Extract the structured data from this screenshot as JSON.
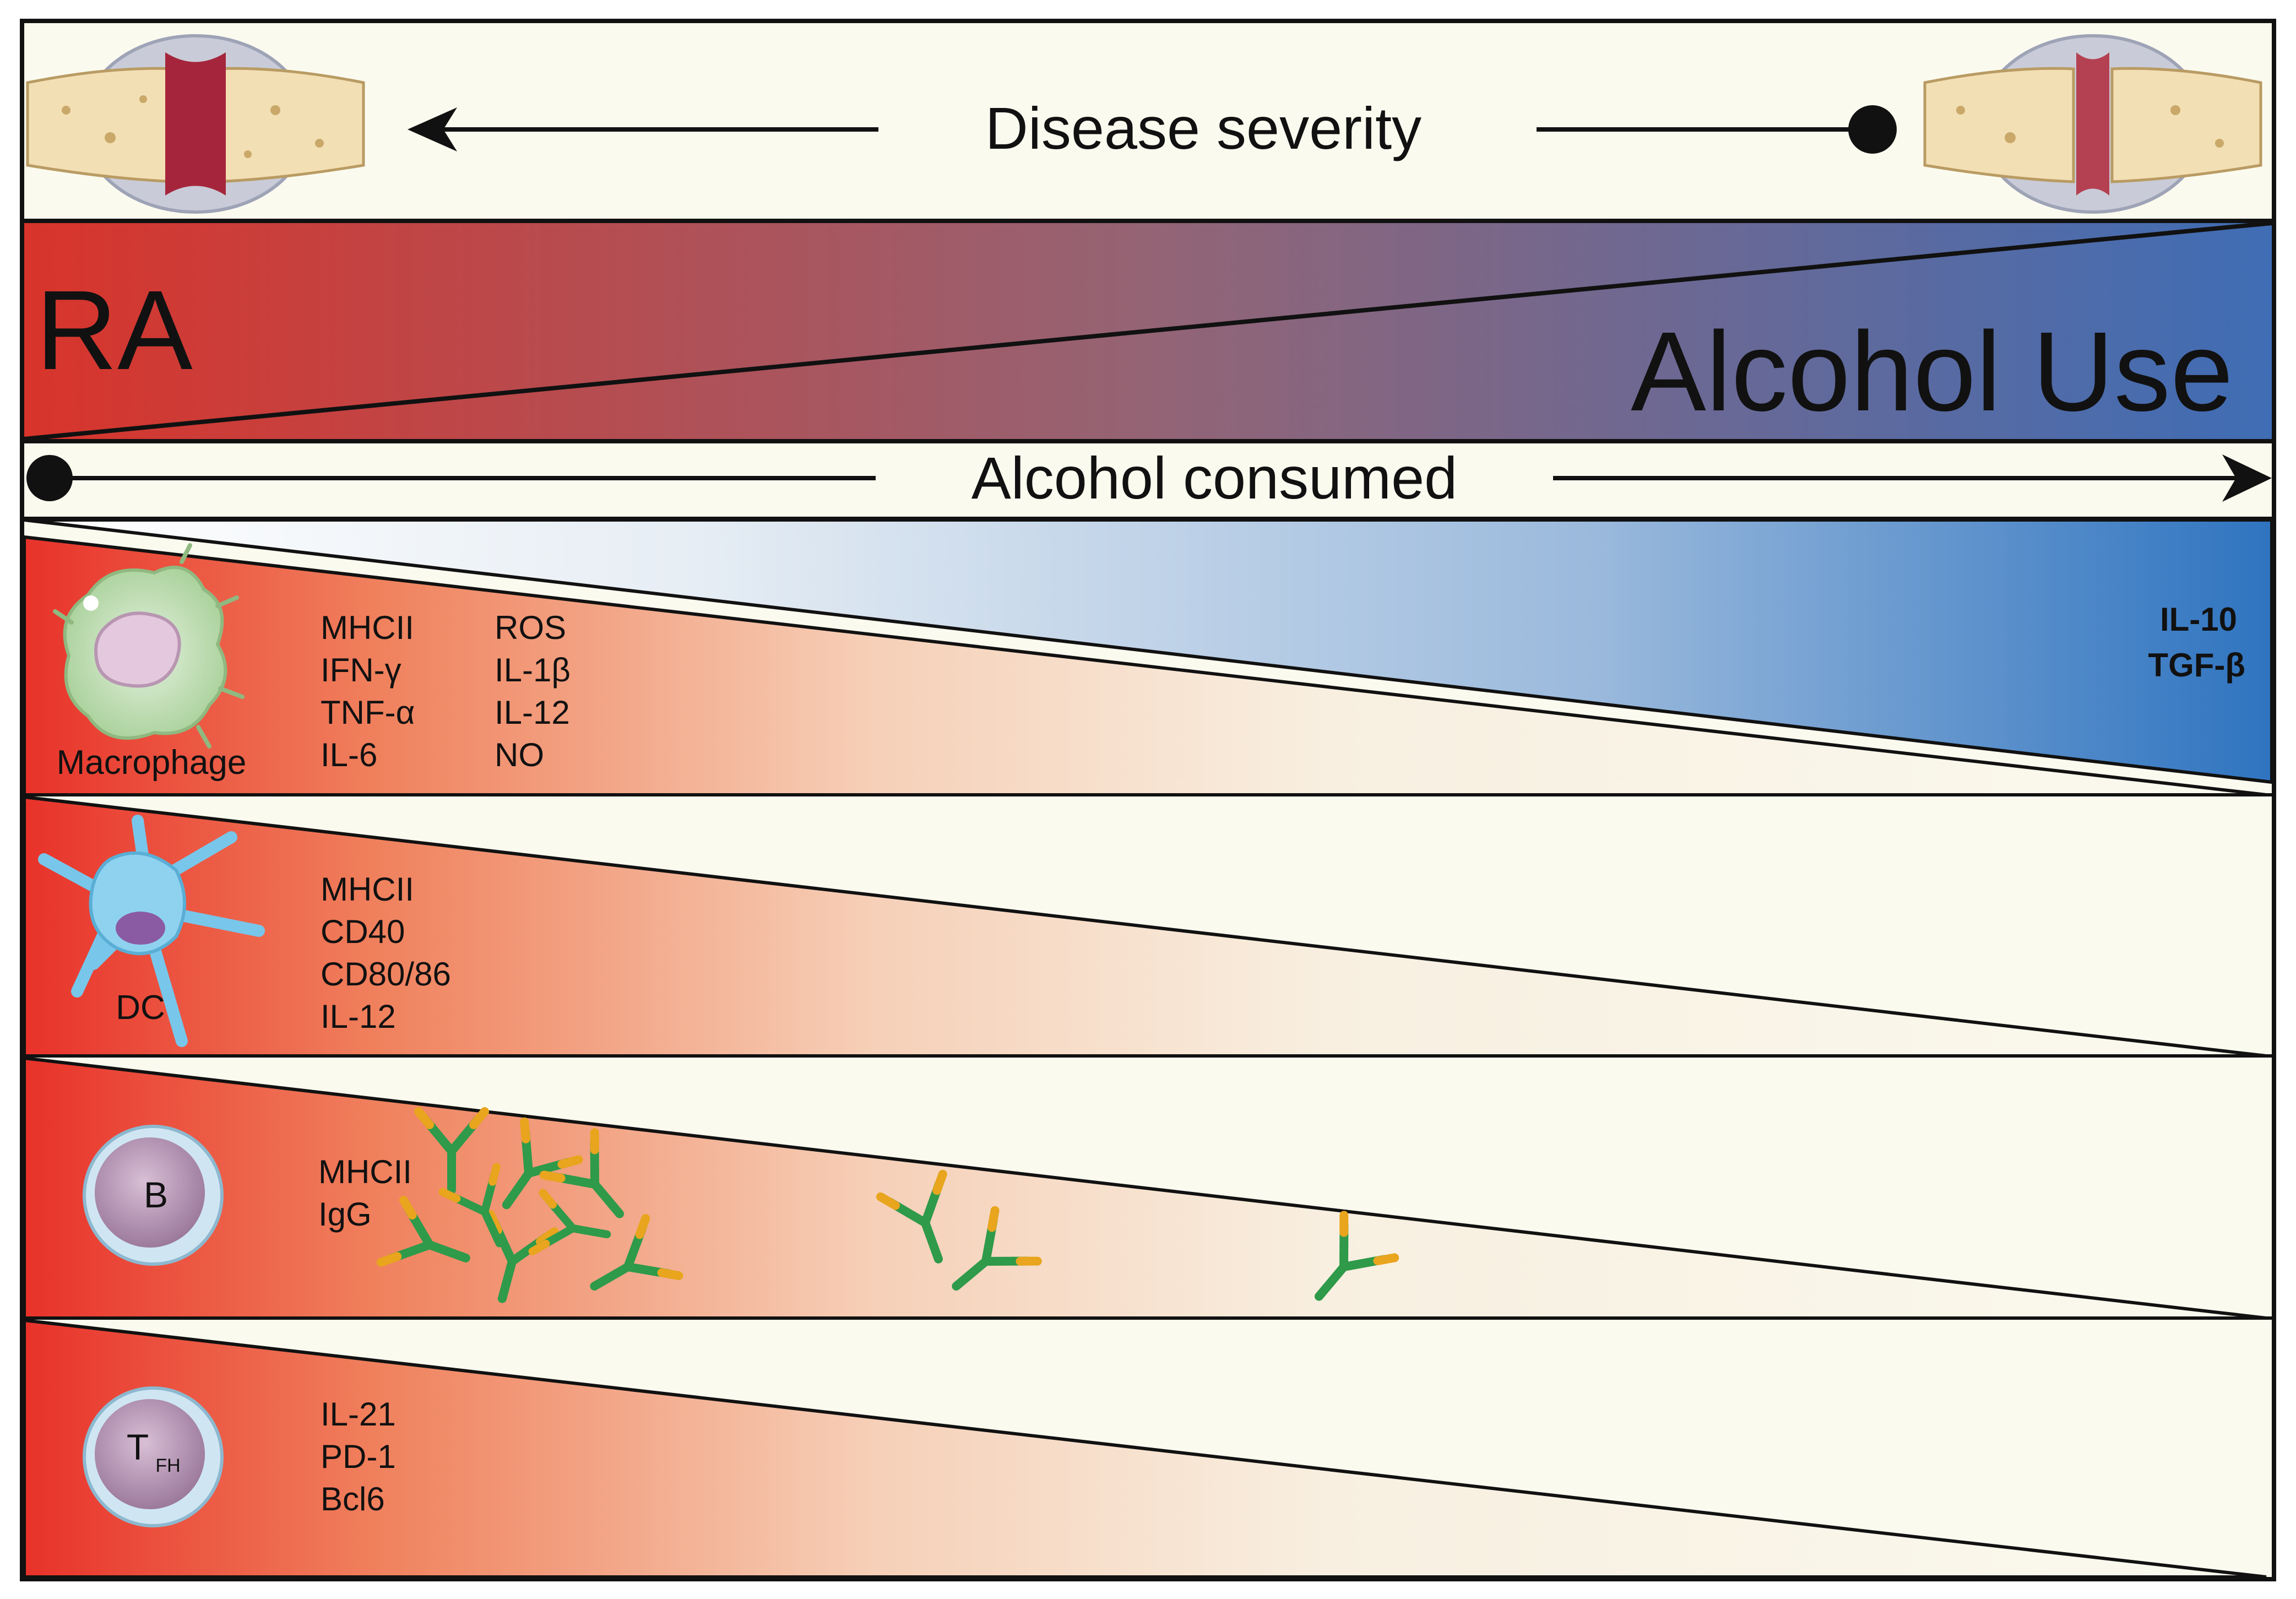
{
  "top_bar": {
    "label": "Disease severity",
    "arrow_direction": "left"
  },
  "balance_bar": {
    "left_label": "RA",
    "right_label": "Alcohol Use",
    "left_color": "#d8342b",
    "right_color": "#3f6db5"
  },
  "alcohol_axis": {
    "label": "Alcohol consumed",
    "arrow_direction": "right"
  },
  "rows": [
    {
      "cell": "Macrophage",
      "cell_label": "Macrophage",
      "markers_col1": [
        "MHCII",
        "IFN-γ",
        "TNF-α",
        "IL-6"
      ],
      "markers_col2": [
        "ROS",
        "IL-1β",
        "IL-12",
        "NO"
      ],
      "counter_markers": [
        "IL-10",
        "TGF-β"
      ]
    },
    {
      "cell": "Dendritic cell",
      "cell_label": "DC",
      "markers_col1": [
        "MHCII",
        "CD40",
        "CD80/86",
        "IL-12"
      ]
    },
    {
      "cell": "B cell",
      "cell_label": "B",
      "markers_col1": [
        "MHCII",
        "IgG"
      ]
    },
    {
      "cell": "T follicular helper cell",
      "cell_label": "T",
      "cell_label_sub": "FH",
      "markers_col1": [
        "IL-21",
        "PD-1",
        "Bcl6"
      ]
    }
  ],
  "colors": {
    "inflammation_red": "#e8322a",
    "fade": "#f7f3e3",
    "background": "#fafaef",
    "alcohol_blue": "#2f74c0",
    "antibody_green": "#2e9a4a",
    "antibody_tip": "#e8a51d"
  }
}
